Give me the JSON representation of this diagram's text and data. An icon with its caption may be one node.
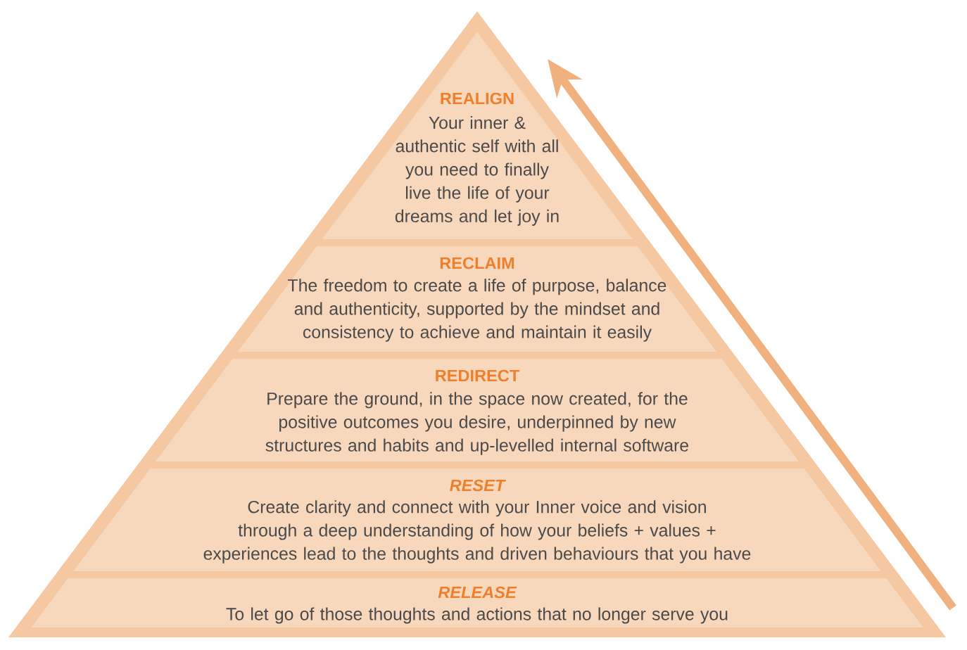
{
  "diagram": {
    "nodes": [
      {
        "text": [
          "REALIGN",
          "Your inner & authentic self with all you need to finally live the life of your dreams and let joy in"
        ]
      },
      {
        "text": [
          "RECLAIM",
          "The freedom to create a life of purpose, balance and authenticity, supported by the mindset and consistency to achieve and maintain it easily"
        ]
      },
      {
        "text": [
          "REDIRECT",
          "Prepare the ground, in the space now created, for the positive outcomes you desire, underpinned by new structures and habits and up-levelled internal software"
        ]
      },
      {
        "text": [
          "RESET",
          "Create clarity and connect with your Inner voice and vision through a deep understanding of how your beliefs + values + experiences lead to the thoughts and driven behaviours that you have"
        ]
      },
      {
        "text": [
          "RELEASE",
          "To let go of those thoughts and actions that no longer serve you"
        ]
      }
    ]
  }
}
